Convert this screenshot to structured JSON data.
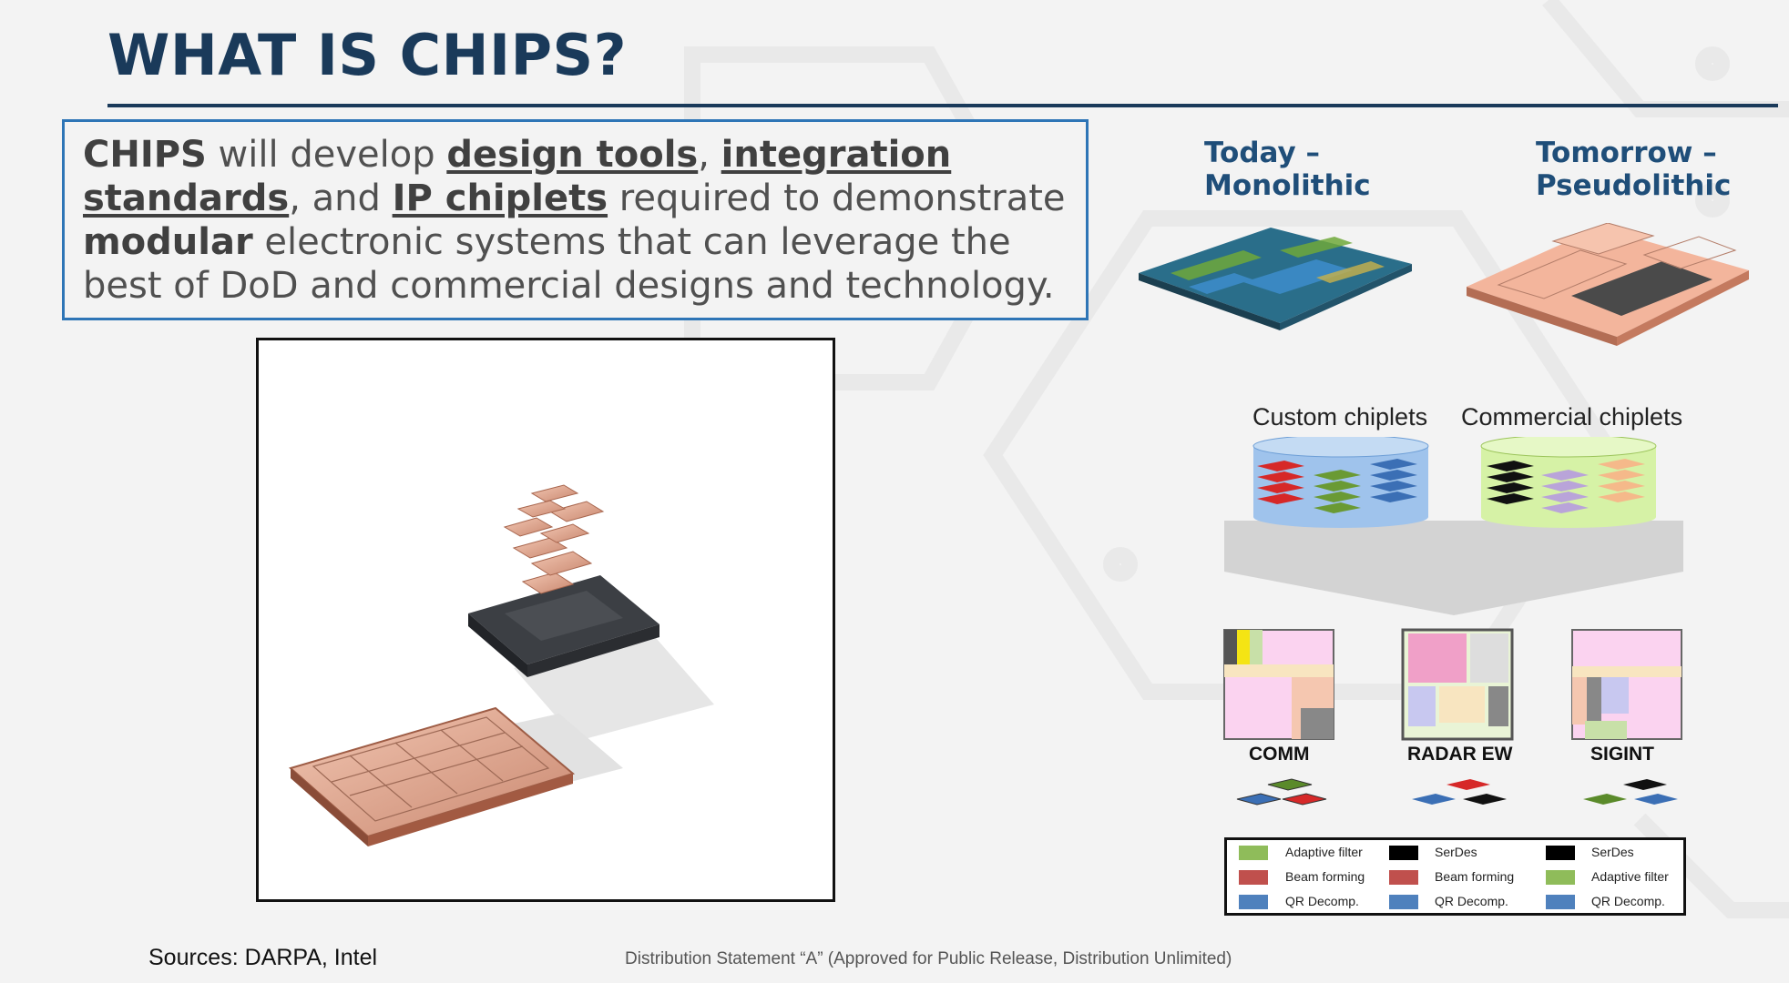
{
  "slide": {
    "title": "WHAT IS CHIPS?",
    "body": {
      "s1": "CHIPS",
      "s2": " will develop ",
      "s3": "design tools",
      "s4": ", ",
      "s5": "integration standards",
      "s6": ", and ",
      "s7": "IP chiplets",
      "s8": " required to demonstrate ",
      "s9": "modular",
      "s10": " electronic systems that can leverage the best of DoD and commercial designs and technology."
    },
    "sources": "Sources: DARPA, Intel",
    "distribution": "Distribution Statement “A” (Approved for Public Release, Distribution Unlimited)"
  },
  "diagram": {
    "today_line1": "Today –",
    "today_line2": "Monolithic",
    "tomorrow_line1": "Tomorrow –",
    "tomorrow_line2": "Pseudolithic",
    "custom_label": "Custom chiplets",
    "commercial_label": "Commercial chiplets",
    "apps": [
      "COMM",
      "RADAR EW",
      "SIGINT"
    ],
    "legend": [
      {
        "label": "Adaptive filter",
        "color": "#8fbc5a"
      },
      {
        "label": "Beam forming",
        "color": "#c0504d"
      },
      {
        "label": "QR Decomp.",
        "color": "#4f81bd"
      },
      {
        "label": "SerDes",
        "color": "#000000"
      },
      {
        "label": "Beam forming",
        "color": "#c0504d"
      },
      {
        "label": "QR Decomp.",
        "color": "#4f81bd"
      },
      {
        "label": "SerDes",
        "color": "#000000"
      },
      {
        "label": "Adaptive filter",
        "color": "#8fbc5a"
      },
      {
        "label": "QR Decomp.",
        "color": "#4f81bd"
      }
    ]
  },
  "colors": {
    "title": "#1a3a5a",
    "accent_border": "#2e75b6",
    "heading_blue": "#1f4e79"
  }
}
